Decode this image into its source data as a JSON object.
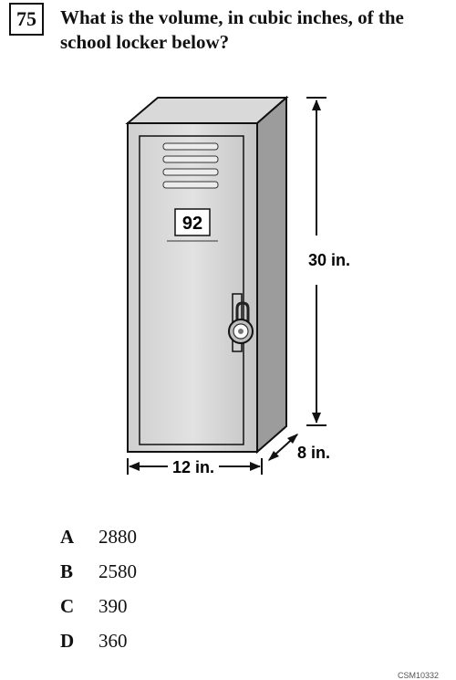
{
  "question": {
    "number": "75",
    "text": "What is the volume, in cubic inches, of the school locker below?"
  },
  "figure": {
    "locker_number": "92",
    "height_label": "30 in.",
    "width_label": "12 in.",
    "depth_label": "8 in."
  },
  "choices": [
    {
      "letter": "A",
      "value": "2880"
    },
    {
      "letter": "B",
      "value": "2580"
    },
    {
      "letter": "C",
      "value": "390"
    },
    {
      "letter": "D",
      "value": "360"
    }
  ],
  "item_code": "CSM10332"
}
